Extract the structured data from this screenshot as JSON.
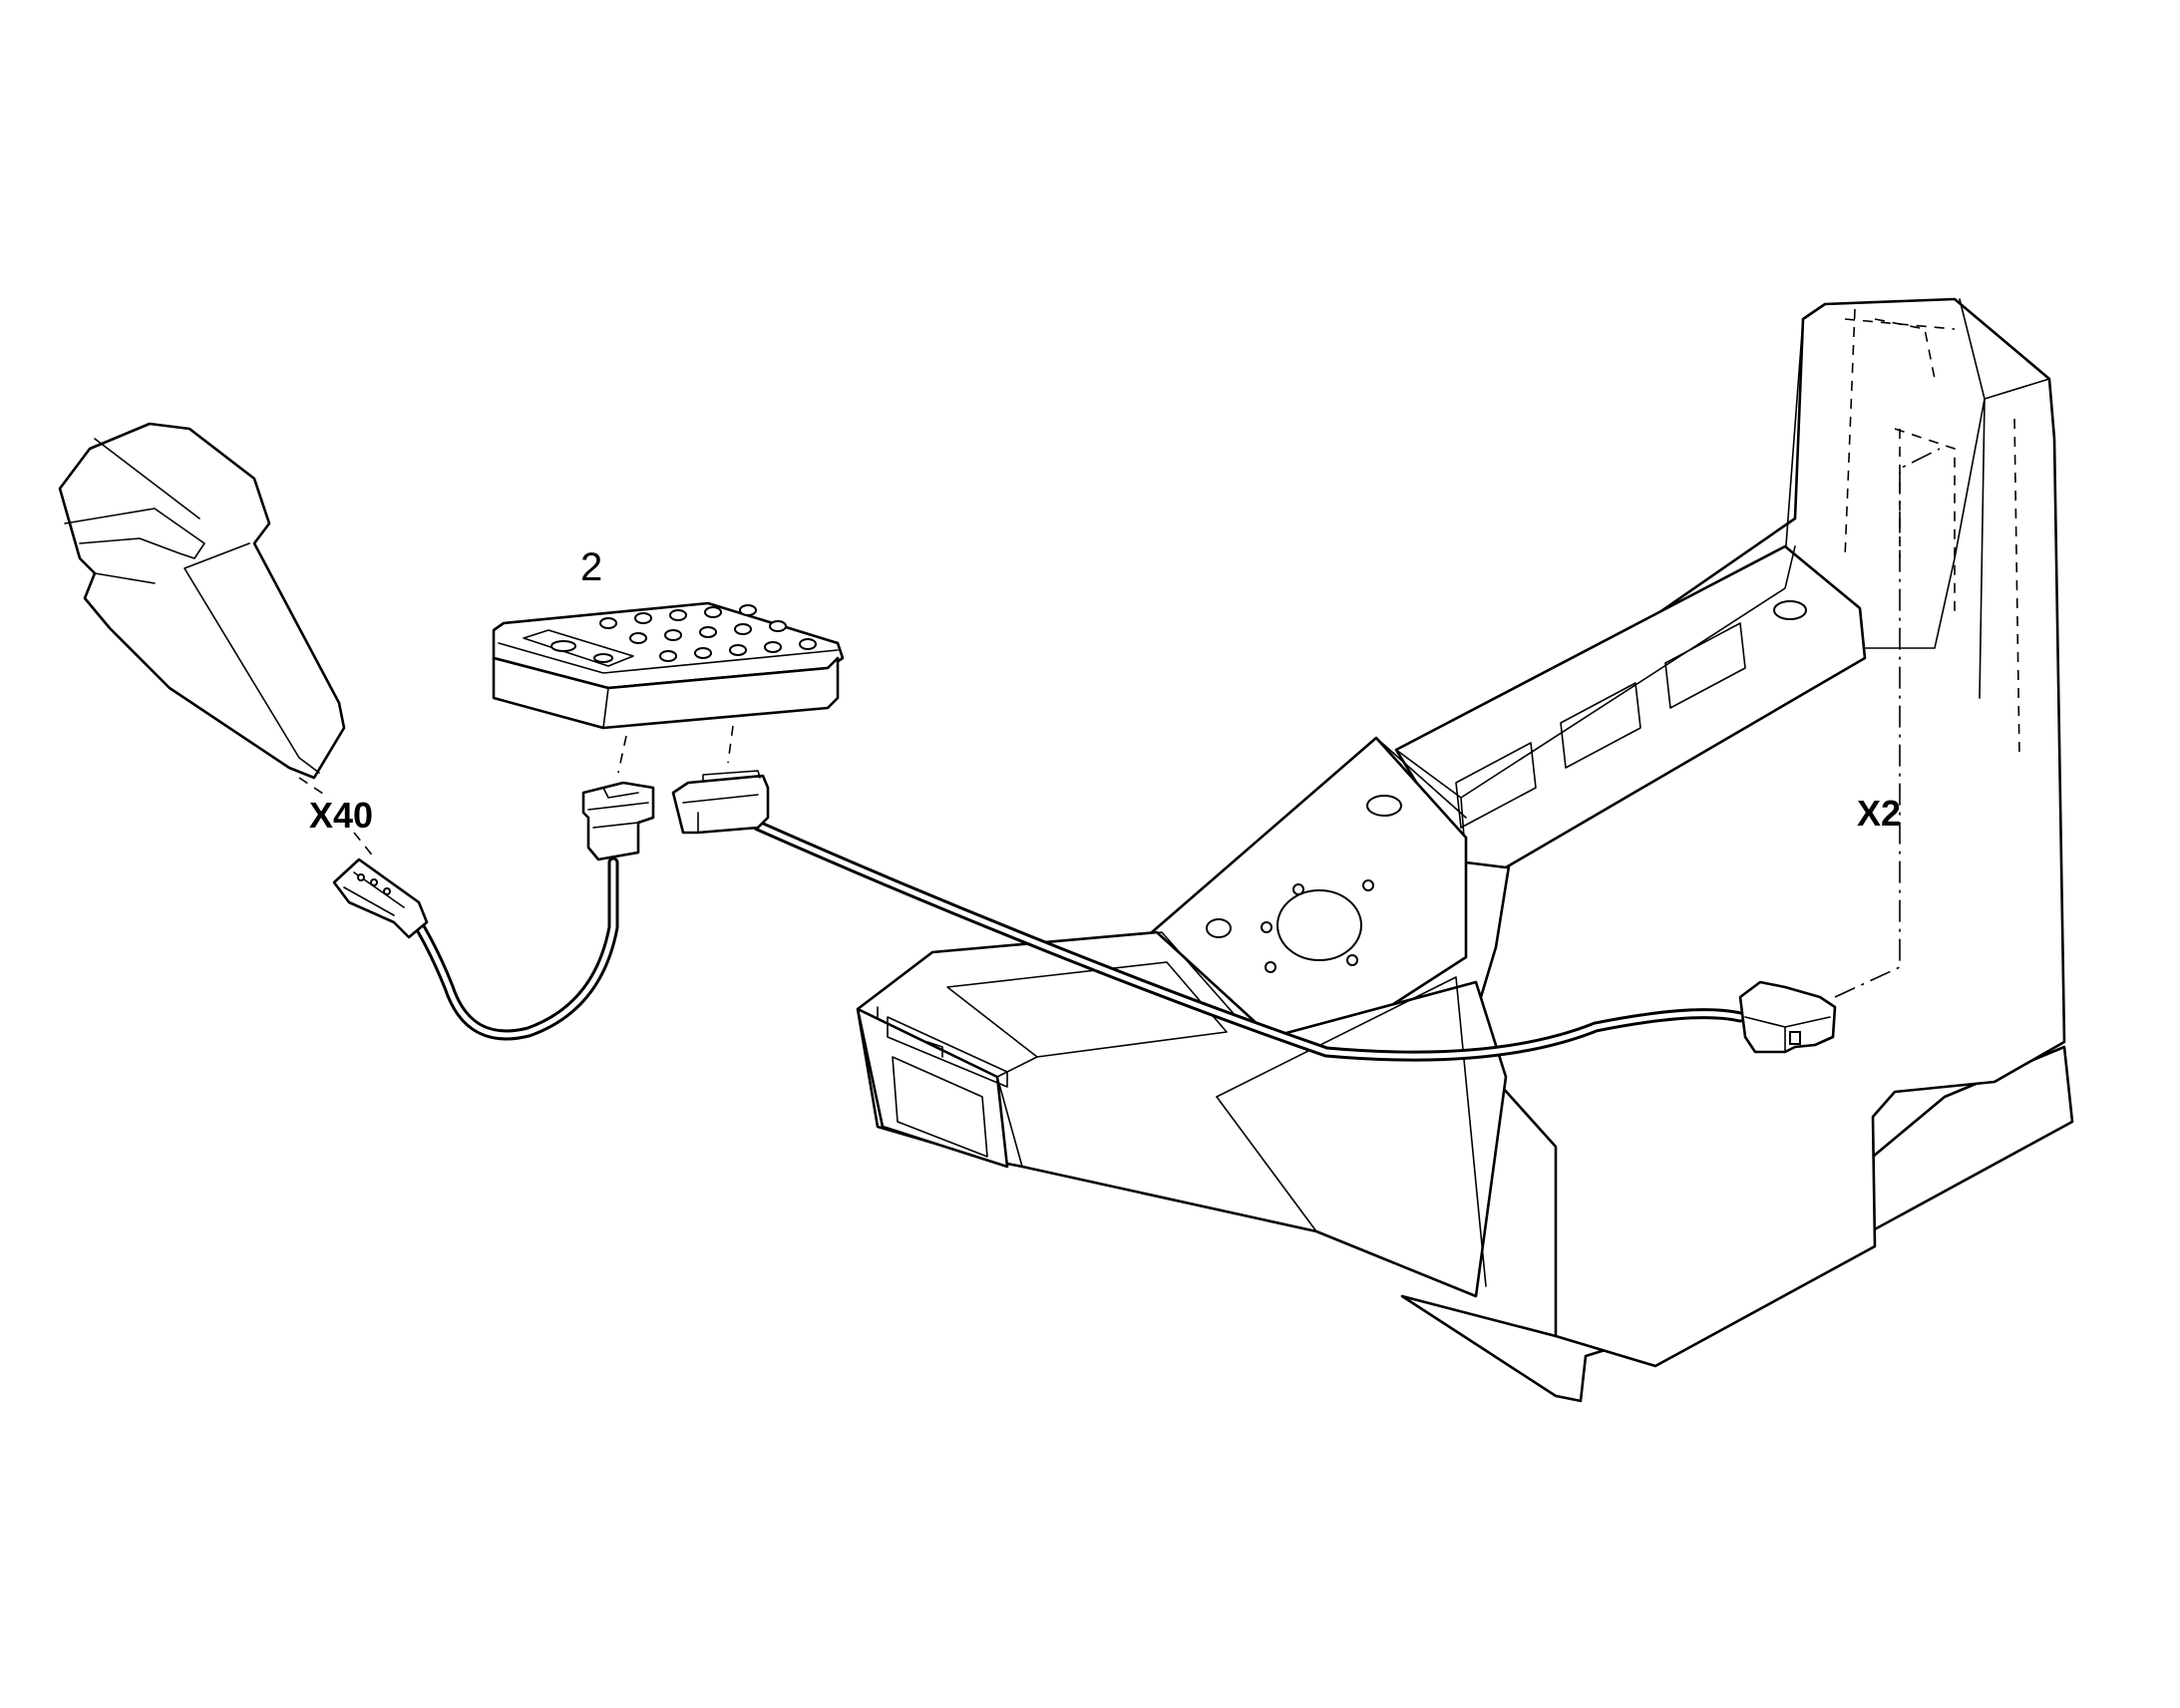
{
  "callouts": {
    "item_2": "2",
    "x40": "X40",
    "x2": "X2"
  }
}
